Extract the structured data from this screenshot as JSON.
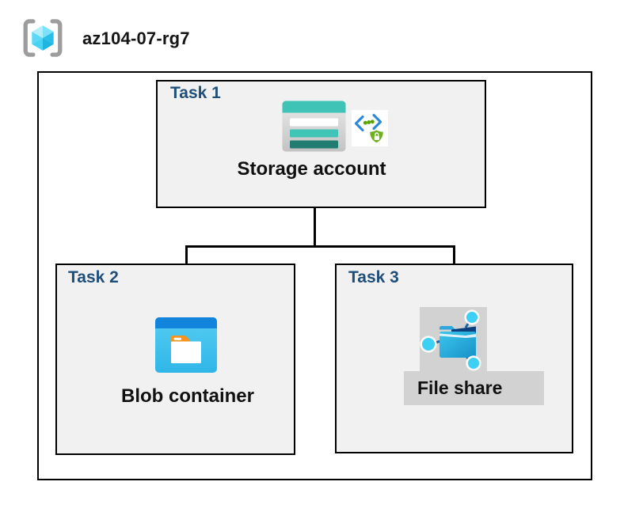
{
  "header": {
    "resource_group": "az104-07-rg7",
    "icon": "resource-group-icon"
  },
  "diagram": {
    "tasks": [
      {
        "label": "Task 1",
        "resource": "Storage account",
        "icons": [
          "storage-account-icon",
          "sas-security-icon"
        ]
      },
      {
        "label": "Task 2",
        "resource": "Blob container",
        "icons": [
          "blob-container-icon"
        ]
      },
      {
        "label": "Task 3",
        "resource": "File share",
        "icons": [
          "file-share-icon"
        ]
      }
    ],
    "connections": [
      {
        "from": "Storage account",
        "to": "Blob container"
      },
      {
        "from": "Storage account",
        "to": "File share"
      }
    ]
  },
  "colors": {
    "task_label_navy": "#1F4E79",
    "task_box_fill": "#F1F1F1",
    "box_border": "#000000",
    "selection_gray": "#D2D2D2",
    "storage_teal": "#3EC3B6",
    "storage_teal_dark": "#217C72",
    "blob_header_blue": "#1384DC",
    "blob_body_cyan": "#3FC1EC",
    "folder_tab_orange": "#F7941E",
    "file_share_blue": "#1791C8",
    "sas_bracket_blue": "#2E8AD6",
    "sas_green": "#57A300",
    "cube_cyan": "#50D8F7",
    "bracket_gray": "#9D9D9D"
  }
}
